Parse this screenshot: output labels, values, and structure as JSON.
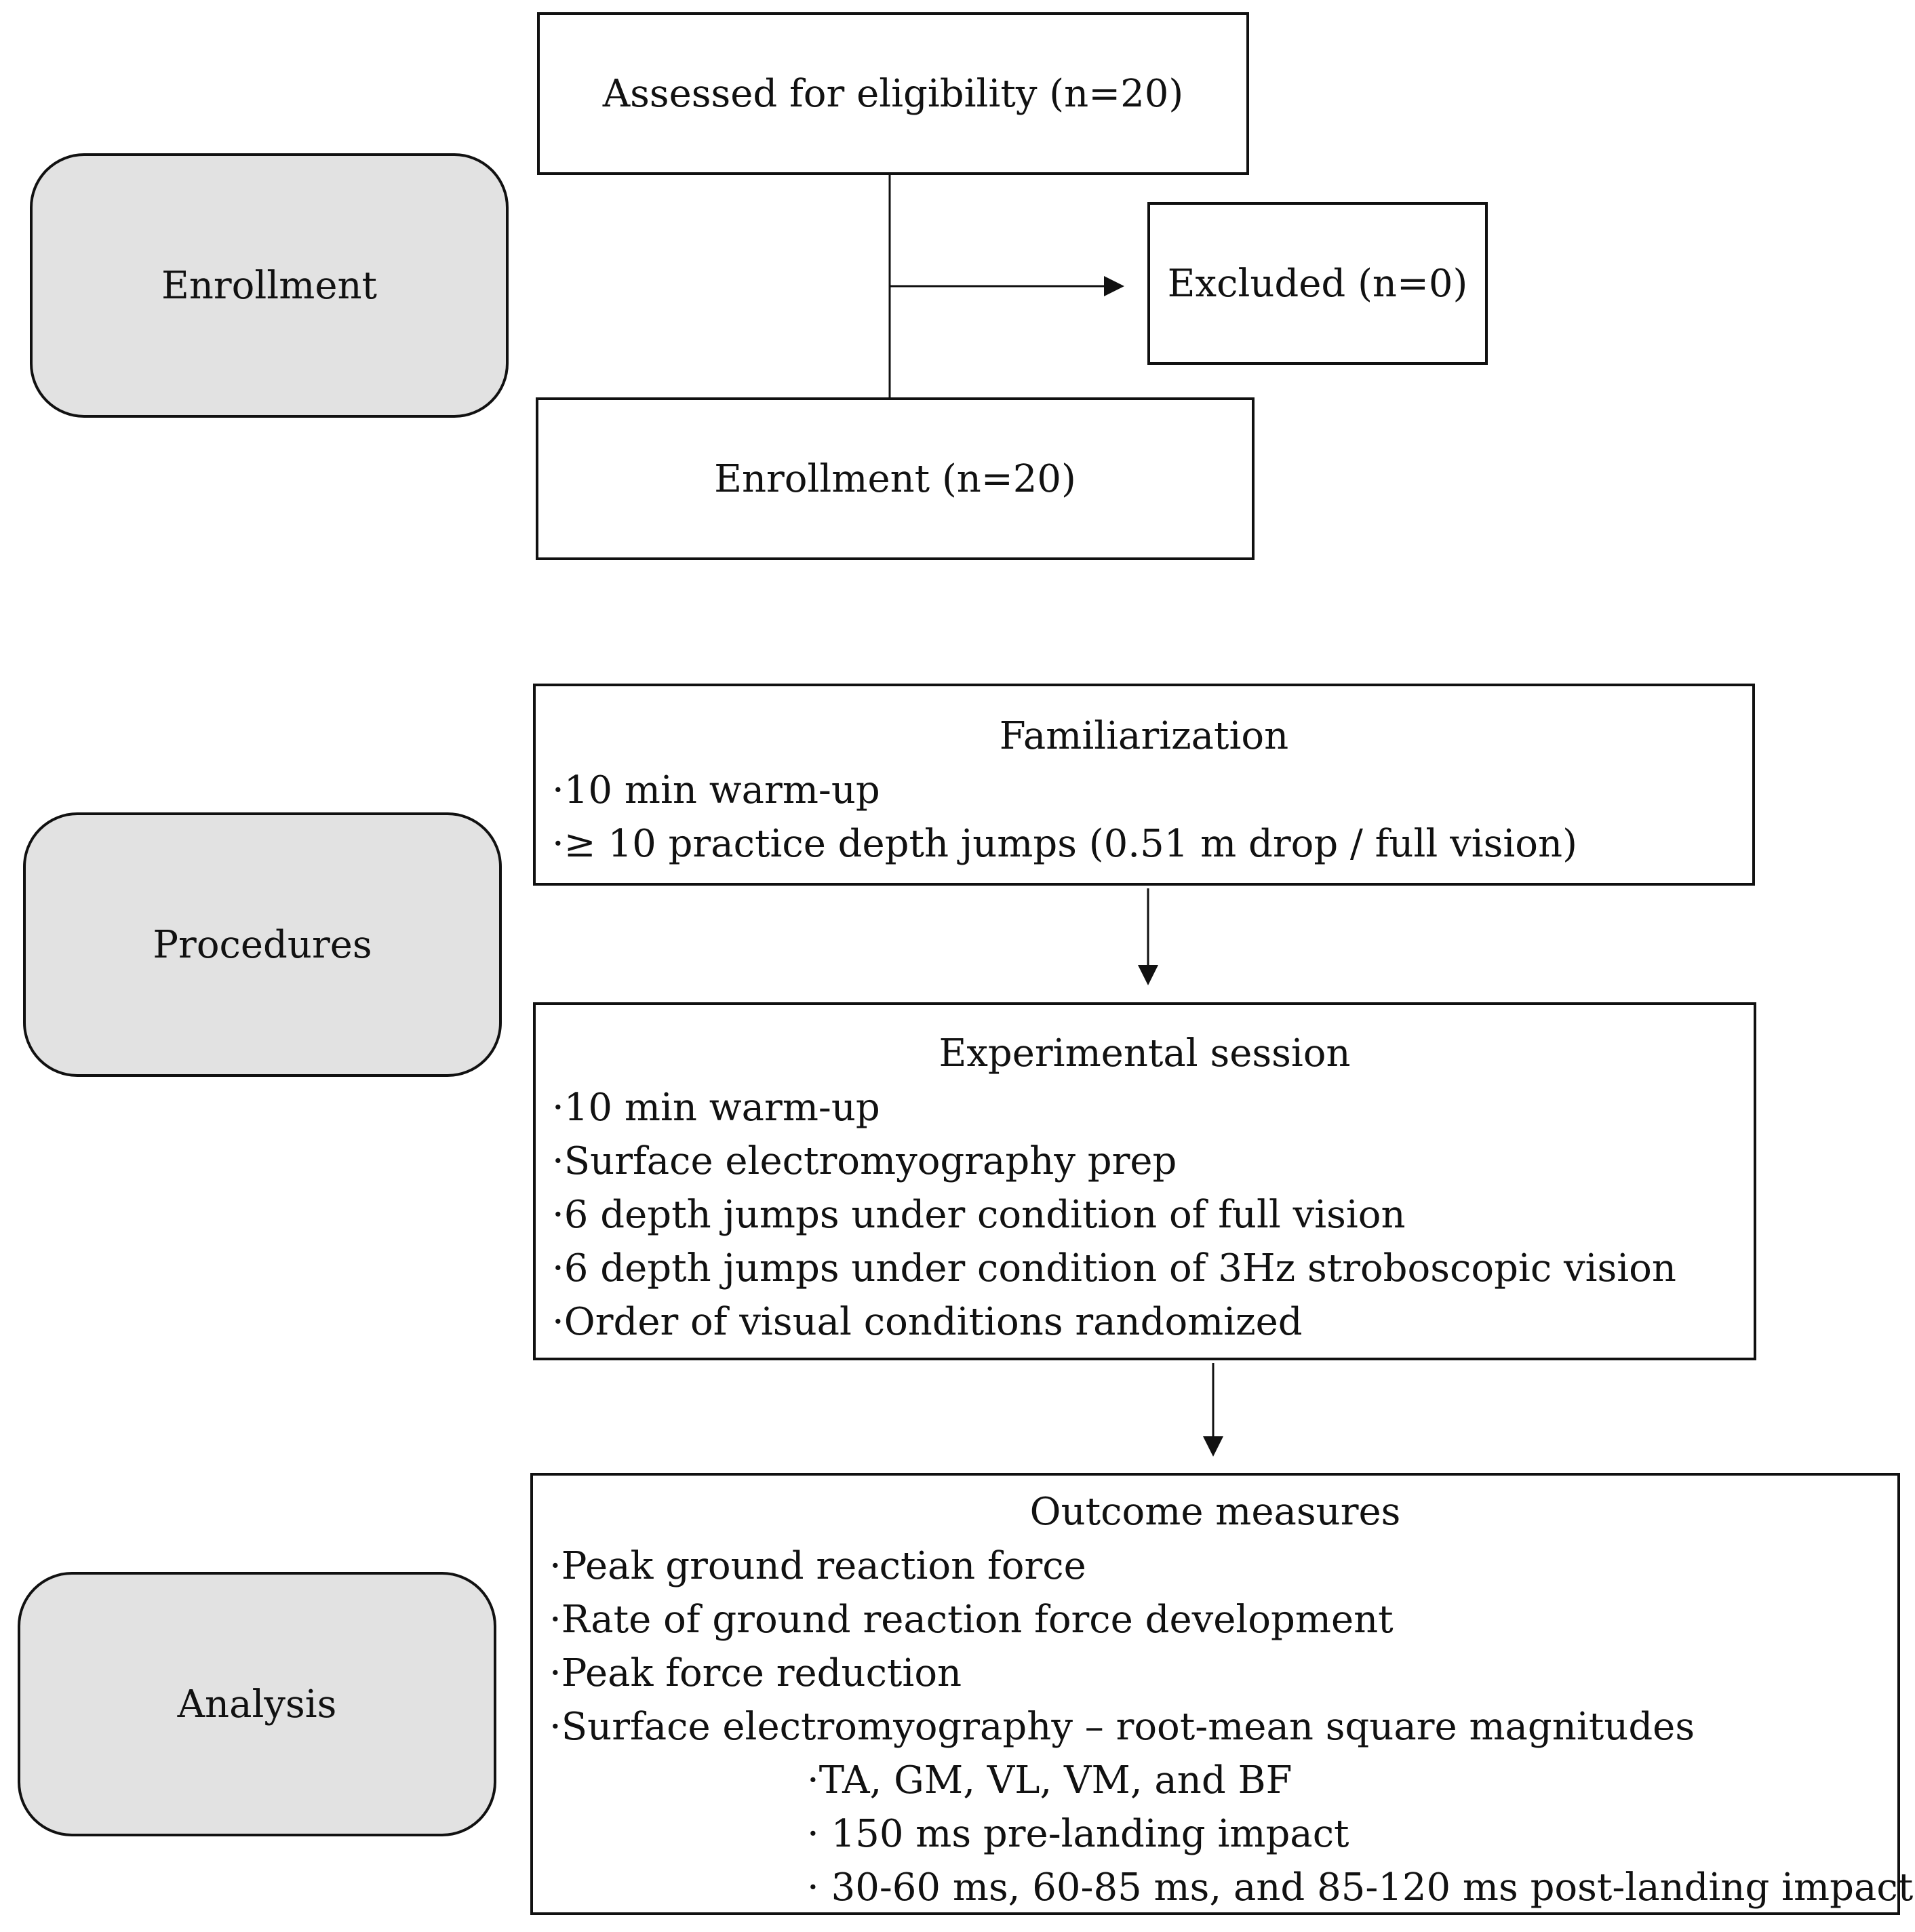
{
  "stages": {
    "enrollment": "Enrollment",
    "procedures": "Procedures",
    "analysis": "Analysis"
  },
  "eligibility": "Assessed for eligibility (n=20)",
  "excluded": "Excluded (n=0)",
  "enrolled": "Enrollment (n=20)",
  "familiarization": {
    "title": "Familiarization",
    "items": [
      "·10 min warm-up",
      "·≥ 10 practice depth jumps (0.51 m drop / full vision)"
    ]
  },
  "experimental": {
    "title": "Experimental session",
    "items": [
      "·10 min warm-up",
      "·Surface electromyography prep",
      "·6 depth jumps under condition of full vision",
      "·6 depth jumps under condition of 3Hz stroboscopic vision",
      "·Order of visual conditions randomized"
    ]
  },
  "outcomes": {
    "title": "Outcome measures",
    "items": [
      "·Peak ground reaction force",
      "·Rate of ground reaction force development",
      "·Peak force reduction",
      "·Surface electromyography – root-mean square magnitudes"
    ],
    "subitems": [
      "·TA, GM, VL, VM, and BF",
      "· 150 ms pre-landing impact",
      "· 30-60 ms, 60-85 ms, and 85-120 ms post-landing impact"
    ]
  }
}
